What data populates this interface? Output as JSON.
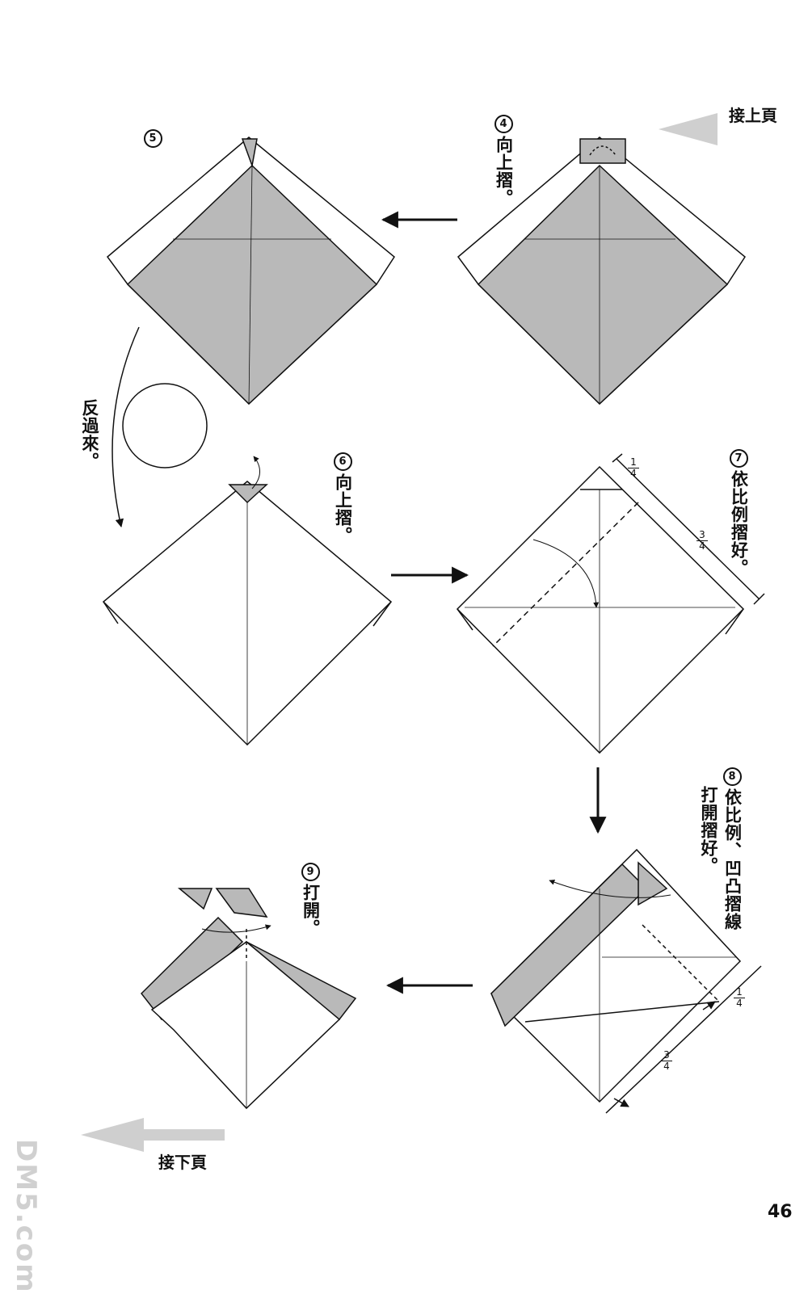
{
  "page_number": "46",
  "nav": {
    "continue_from": "接上頁",
    "continue_to": "接下頁"
  },
  "steps": {
    "s4": {
      "num": "4",
      "text": "向上摺。"
    },
    "s5": {
      "num": "5"
    },
    "turn_over": "反過來。",
    "s6": {
      "num": "6",
      "text": "向上摺。"
    },
    "s7": {
      "num": "7",
      "text": "依比例摺好。"
    },
    "s8": {
      "num": "8",
      "text_col1": "依比例、凹凸摺線",
      "text_col2": "打開摺好。"
    },
    "s9": {
      "num": "9",
      "text": "打開。"
    }
  },
  "fractions": {
    "one_fourth_num": "1",
    "one_fourth_den": "4",
    "three_fourth_num": "3",
    "three_fourth_den": "4"
  },
  "watermark": "DM5.com",
  "colors": {
    "shade": "#b9b9b9",
    "line": "#111111",
    "nav_arrow": "#cfcfcf"
  }
}
